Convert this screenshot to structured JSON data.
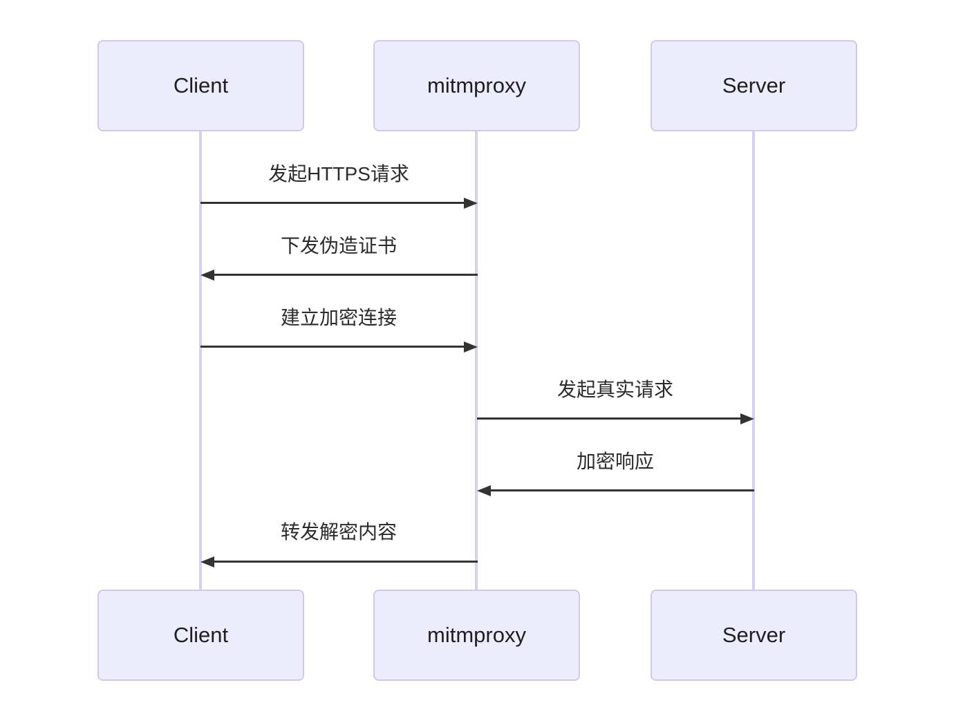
{
  "diagram": {
    "type": "sequence",
    "actors": [
      {
        "id": "client",
        "name": "Client"
      },
      {
        "id": "mitmproxy",
        "name": "mitmproxy"
      },
      {
        "id": "server",
        "name": "Server"
      }
    ],
    "messages": [
      {
        "from": "Client",
        "to": "mitmproxy",
        "label": "发起HTTPS请求",
        "direction": "right"
      },
      {
        "from": "mitmproxy",
        "to": "Client",
        "label": "下发伪造证书",
        "direction": "left"
      },
      {
        "from": "Client",
        "to": "mitmproxy",
        "label": "建立加密连接",
        "direction": "right"
      },
      {
        "from": "mitmproxy",
        "to": "Server",
        "label": "发起真实请求",
        "direction": "right"
      },
      {
        "from": "Server",
        "to": "mitmproxy",
        "label": "加密响应",
        "direction": "left"
      },
      {
        "from": "mitmproxy",
        "to": "Client",
        "label": "转发解密内容",
        "direction": "left"
      }
    ],
    "colors": {
      "background": "#FFFFFF",
      "actor_fill": "#ECECFD",
      "actor_border": "#D2C8EE",
      "lifeline": "#D8CFF1",
      "arrow": "#333333",
      "text": "#1F1F1F"
    }
  }
}
